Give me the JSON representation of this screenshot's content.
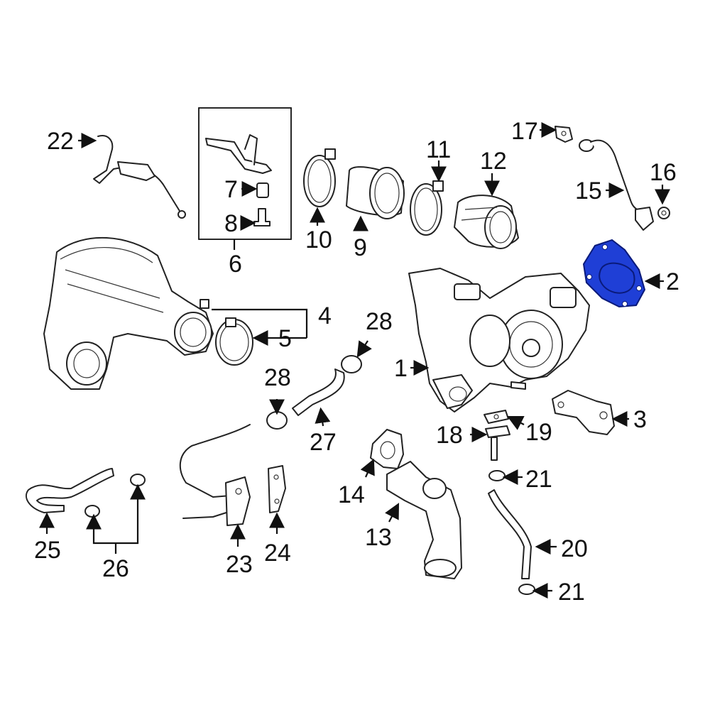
{
  "diagram": {
    "highlight_color": "#1f3fd6",
    "callouts": {
      "c1": "1",
      "c2": "2",
      "c3": "3",
      "c4": "4",
      "c5": "5",
      "c6": "6",
      "c7": "7",
      "c8": "8",
      "c9": "9",
      "c10": "10",
      "c11": "11",
      "c12": "12",
      "c13": "13",
      "c14": "14",
      "c15": "15",
      "c16": "16",
      "c17": "17",
      "c18": "18",
      "c19": "19",
      "c20": "20",
      "c21a": "21",
      "c21b": "21",
      "c22": "22",
      "c23": "23",
      "c24": "24",
      "c25": "25",
      "c26": "26",
      "c27": "27",
      "c28a": "28",
      "c28b": "28"
    }
  }
}
